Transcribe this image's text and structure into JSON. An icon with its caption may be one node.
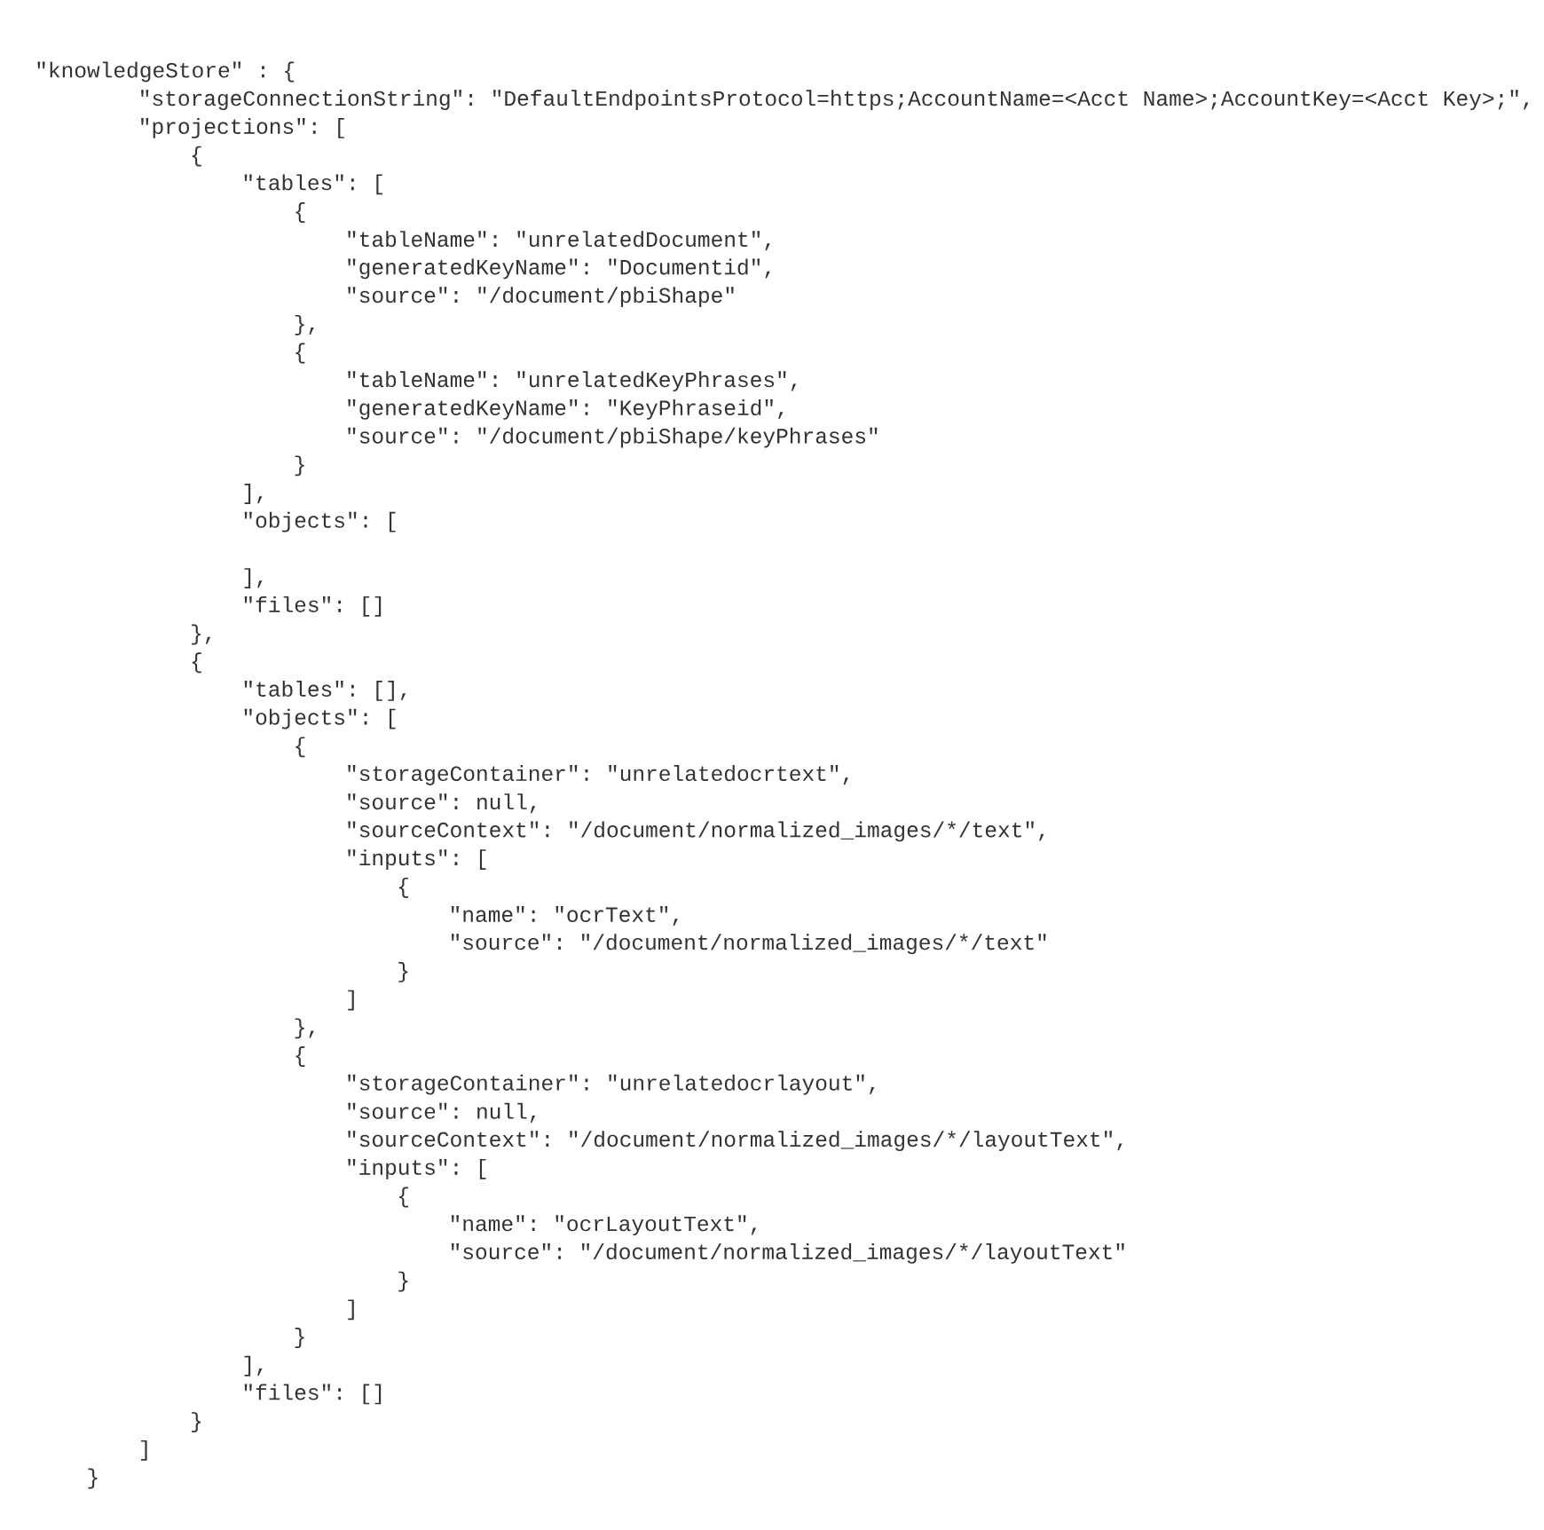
{
  "diagram": {
    "labels": [
      "\"knowledgeStore\" : {",
      "\"storageConnectionString\": \"DefaultEndpointsProtocol=https;AccountName=<Acct Name>;AccountKey=<Acct Key>;\",",
      "\"projections\": [",
      "{",
      "\"tables\": [",
      "{",
      "\"tableName\": \"unrelatedDocument\",",
      "\"generatedKeyName\": \"Documentid\",",
      "\"source\": \"/document/pbiShape\"",
      "},",
      "{",
      "\"tableName\": \"unrelatedKeyPhrases\",",
      "\"generatedKeyName\": \"KeyPhraseid\",",
      "\"source\": \"/document/pbiShape/keyPhrases\"",
      "}",
      "],",
      "\"objects\": [",
      "],",
      "\"files\": []",
      "},",
      "{",
      "\"tables\": [],",
      "\"objects\": [",
      "{",
      "\"storageContainer\": \"unrelatedocrtext\",",
      "\"source\": null,",
      "\"sourceContext\": \"/document/normalized_images/*/text\",",
      "\"inputs\": [",
      "{",
      "\"name\": \"ocrText\",",
      "\"source\": \"/document/normalized_images/*/text\"",
      "}",
      "]",
      "},",
      "{",
      "\"storageContainer\": \"unrelatedocrlayout\",",
      "\"source\": null,",
      "\"sourceContext\": \"/document/normalized_images/*/layoutText\",",
      "\"inputs\": [",
      "{",
      "\"name\": \"ocrLayoutText\",",
      "\"source\": \"/document/normalized_images/*/layoutText\"",
      "}",
      "]",
      "}",
      "],",
      "\"files\": []",
      "}",
      "]",
      "}"
    ]
  }
}
